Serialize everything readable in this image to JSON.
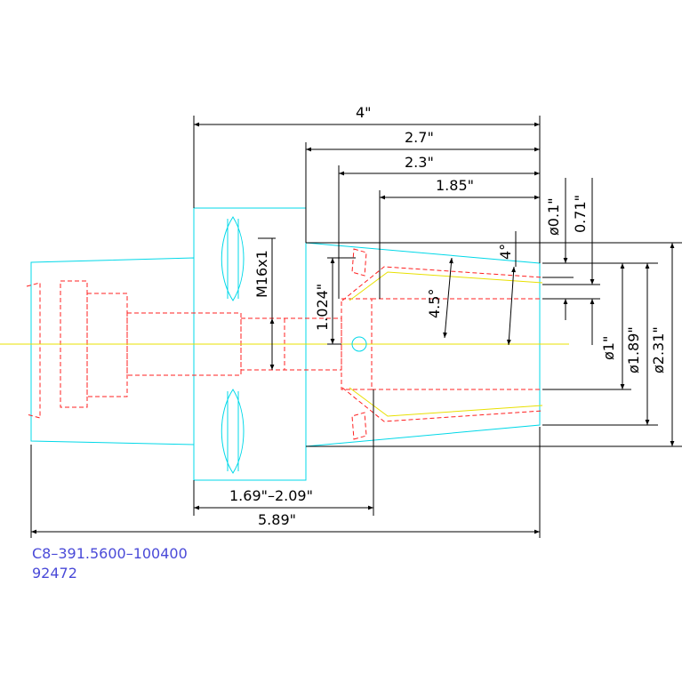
{
  "dimensions": {
    "overall_top": "4\"",
    "top_2": "2.7\"",
    "top_3": "2.3\"",
    "top_4": "1.85\"",
    "dia_small": "ø0.1\"",
    "dim_071": "0.71\"",
    "thread": "M16x1",
    "dim_1024": "1.024\"",
    "angle_45": "4.5°",
    "angle_4": "4°",
    "dia_1": "ø1\"",
    "dia_189": "ø1.89\"",
    "dia_231": "ø2.31\"",
    "range": "1.69\"–2.09\"",
    "overall_bottom": "5.89\""
  },
  "part": {
    "number": "C8–391.5600–100400",
    "code": "92472"
  },
  "colors": {
    "outline": "#00d8e8",
    "hidden": "#ff2020",
    "centerline": "#e8e000",
    "dimension": "#000000",
    "part_text": "#4a4ad8"
  }
}
